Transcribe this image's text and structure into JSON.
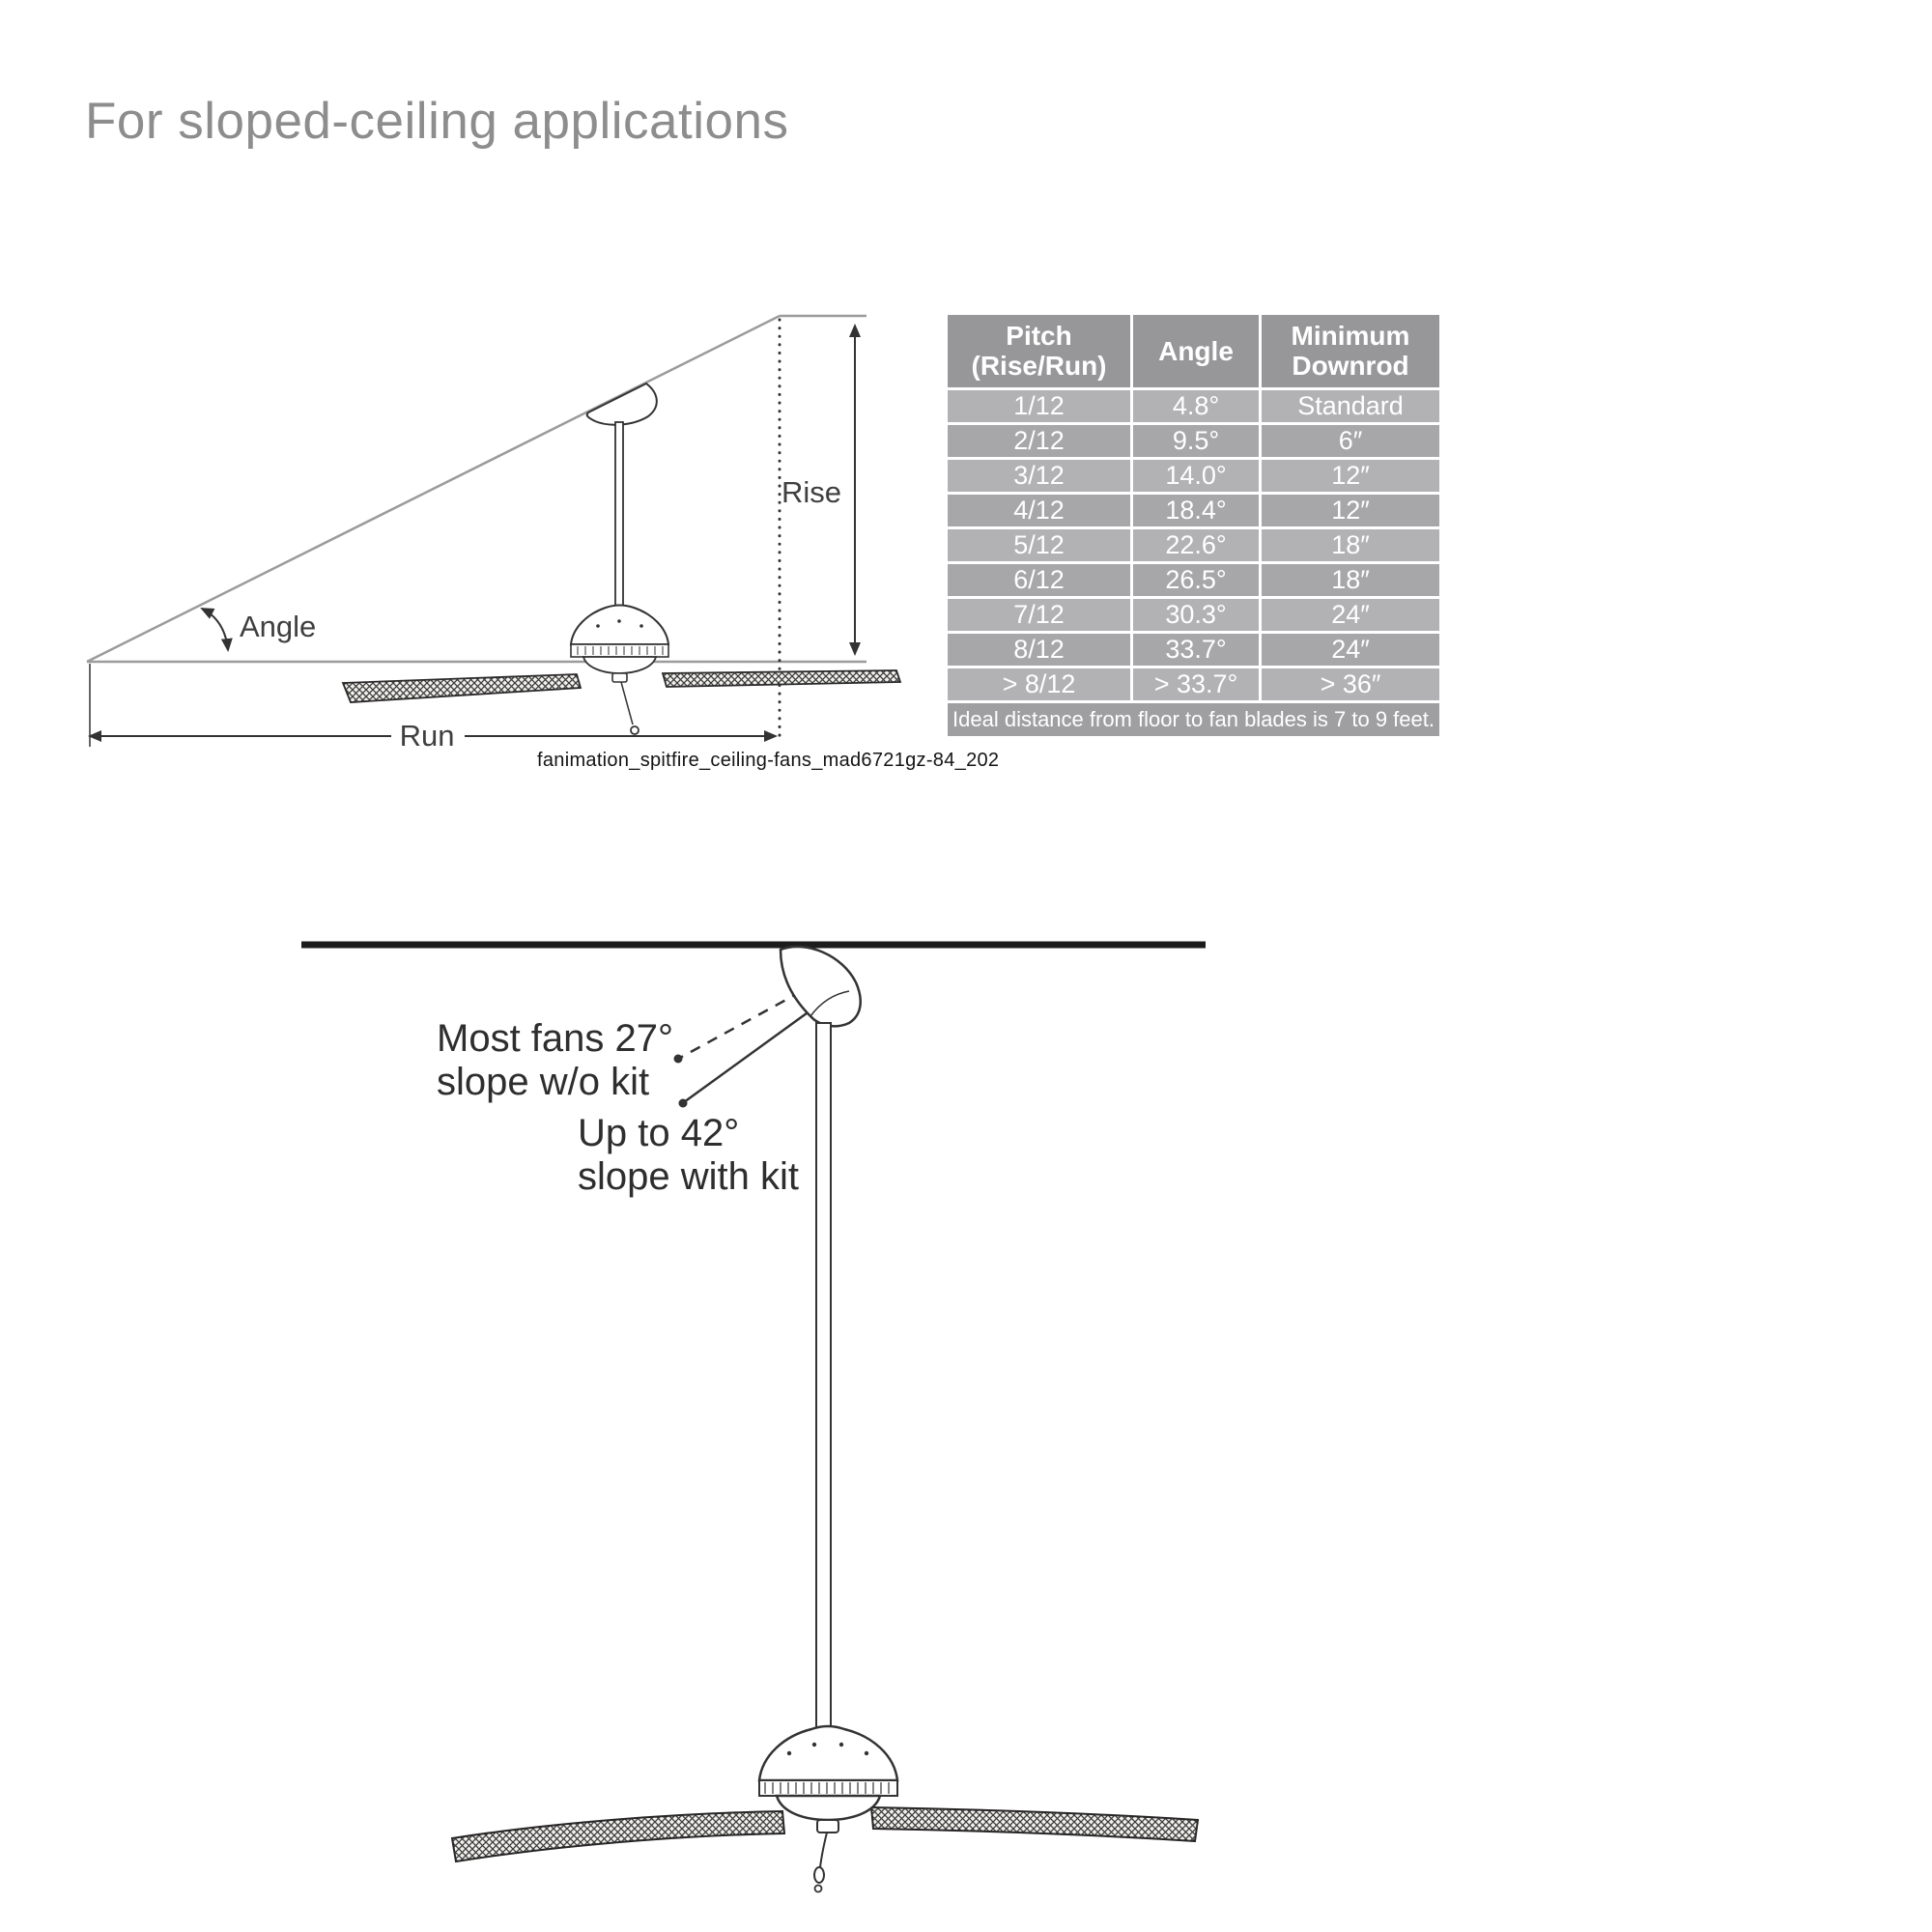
{
  "page": {
    "title": "For sloped-ceiling applications",
    "caption": "fanimation_spitfire_ceiling-fans_mad6721gz-84_202"
  },
  "top_diagram": {
    "rise_label": "Rise",
    "run_label": "Run",
    "angle_label": "Angle"
  },
  "table": {
    "header": {
      "pitch_line1": "Pitch",
      "pitch_line2": "(Rise/Run)",
      "angle": "Angle",
      "downrod_line1": "Minimum",
      "downrod_line2": "Downrod"
    },
    "rows": [
      {
        "pitch": "1/12",
        "angle": "4.8°",
        "downrod": "Standard"
      },
      {
        "pitch": "2/12",
        "angle": "9.5°",
        "downrod": "6″"
      },
      {
        "pitch": "3/12",
        "angle": "14.0°",
        "downrod": "12″"
      },
      {
        "pitch": "4/12",
        "angle": "18.4°",
        "downrod": "12″"
      },
      {
        "pitch": "5/12",
        "angle": "22.6°",
        "downrod": "18″"
      },
      {
        "pitch": "6/12",
        "angle": "26.5°",
        "downrod": "18″"
      },
      {
        "pitch": "7/12",
        "angle": "30.3°",
        "downrod": "24″"
      },
      {
        "pitch": "8/12",
        "angle": "33.7°",
        "downrod": "24″"
      },
      {
        "pitch": "> 8/12",
        "angle": "> 33.7°",
        "downrod": "> 36″"
      }
    ],
    "footer": "Ideal distance from floor to fan blades is 7 to 9 feet.",
    "colors": {
      "header_bg": "#97979a",
      "row_odd_bg": "#b2b2b4",
      "row_even_bg": "#a7a7a9",
      "footer_bg": "#9f9fa1",
      "text": "#ffffff"
    }
  },
  "bottom_diagram": {
    "no_kit_line1": "Most fans 27°",
    "no_kit_line2": "slope w/o kit",
    "kit_line1": "Up to 42°",
    "kit_line2": "slope with kit"
  }
}
